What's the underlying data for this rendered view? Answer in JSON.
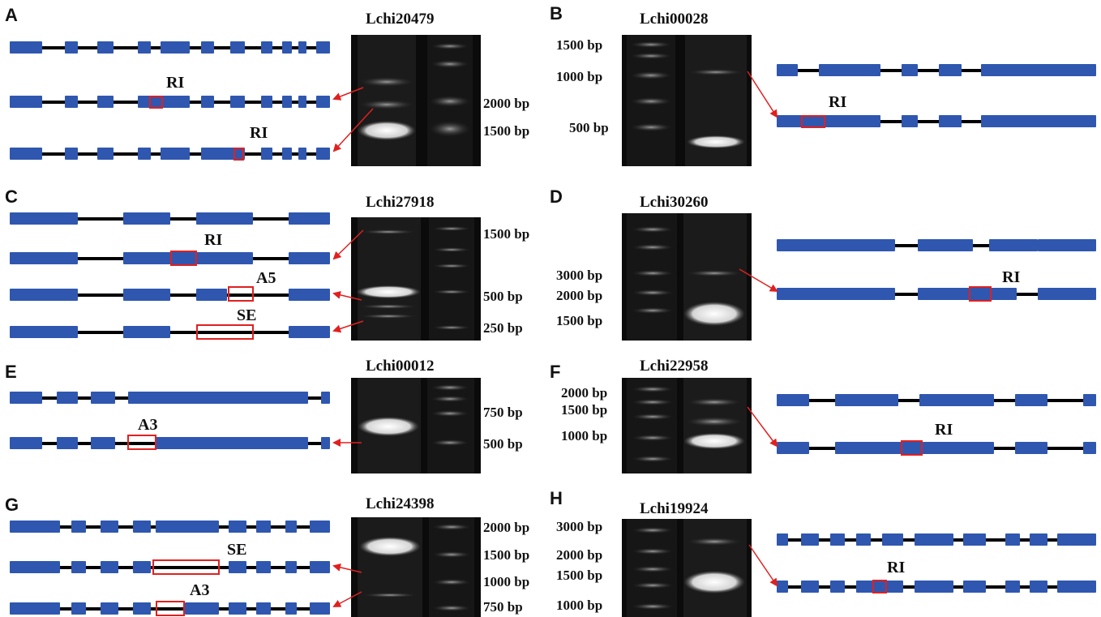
{
  "colors": {
    "exon": "#2f57b0",
    "intron": "#000000",
    "highlight": "#e02020",
    "gel": "#0b0b0b",
    "band": "#d8d8d8"
  },
  "panels": {
    "A": {
      "letter": "A",
      "gene": "Lchi20479",
      "markers": [
        "2000 bp",
        "1500 bp"
      ],
      "tags": [
        "RI",
        "RI"
      ]
    },
    "B": {
      "letter": "B",
      "gene": "Lchi00028",
      "markers": [
        "1500 bp",
        "1000 bp",
        "500 bp"
      ],
      "tags": [
        "RI"
      ]
    },
    "C": {
      "letter": "C",
      "gene": "Lchi27918",
      "markers": [
        "1500 bp",
        "500 bp",
        "250 bp"
      ],
      "tags": [
        "RI",
        "A5",
        "SE"
      ]
    },
    "D": {
      "letter": "D",
      "gene": "Lchi30260",
      "markers": [
        "3000 bp",
        "2000 bp",
        "1500 bp"
      ],
      "tags": [
        "RI"
      ]
    },
    "E": {
      "letter": "E",
      "gene": "Lchi00012",
      "markers": [
        "750 bp",
        "500 bp"
      ],
      "tags": [
        "A3"
      ]
    },
    "F": {
      "letter": "F",
      "gene": "Lchi22958",
      "markers": [
        "2000 bp",
        "1500 bp",
        "1000 bp"
      ],
      "tags": [
        "RI"
      ]
    },
    "G": {
      "letter": "G",
      "gene": "Lchi24398",
      "markers": [
        "2000 bp",
        "1500 bp",
        "1000 bp",
        "750 bp"
      ],
      "tags": [
        "SE",
        "A3"
      ]
    },
    "H": {
      "letter": "H",
      "gene": "Lchi19924",
      "markers": [
        "3000 bp",
        "2000 bp",
        "1500 bp",
        "1000 bp"
      ],
      "tags": [
        "RI"
      ]
    }
  }
}
